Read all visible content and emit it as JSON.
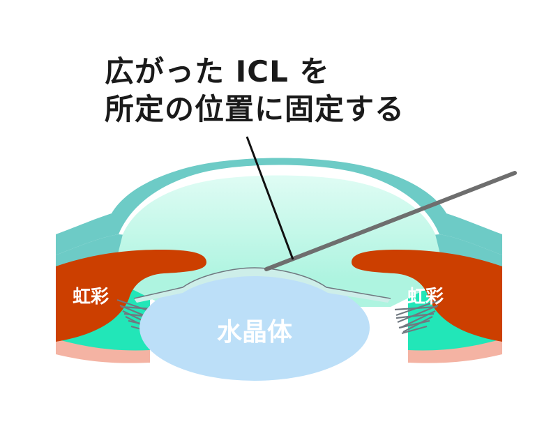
{
  "caption": {
    "line1": "広がった ICL を",
    "line2": "所定の位置に固定する"
  },
  "labels": {
    "iris_left": "虹彩",
    "iris_right": "虹彩",
    "lens": "水晶体"
  },
  "colors": {
    "cornea_outer": "#6dcbc6",
    "cornea_inner": "#dffcf4",
    "anterior_chamber": "#aef4e0",
    "sclera": "#22e6b8",
    "iris": "#cc3f00",
    "iris_edge": "#8a2600",
    "pink_layer": "#f4b3a3",
    "lens": "#bcdff8",
    "zonule": "#707880",
    "icl": "#cdeee9",
    "instrument": "#6e6e6e",
    "pointer": "#111111"
  }
}
